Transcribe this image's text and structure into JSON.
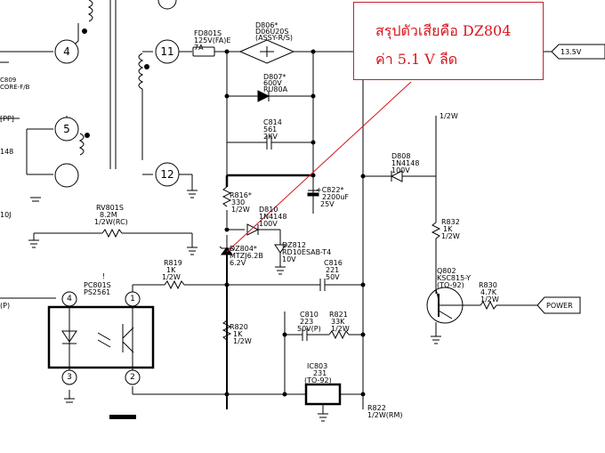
{
  "annotation": {
    "line1": "สรุปตัวเสียคือ  DZ804",
    "line2": "ค่า  5.1  V   ลีด",
    "color": "#d8141c"
  },
  "nodes": {
    "n4": "4",
    "n5": "5",
    "n11": "11",
    "n12": "12",
    "n3": "3",
    "n2": "2",
    "n1": "1",
    "n4b": "4"
  },
  "labels": {
    "fd": "FD801S",
    "fd2": "125V(FA)E",
    "fd3": "7A",
    "d806": "D806*",
    "d806b": "D06U20S",
    "d806c": "(ASSY-R/S)",
    "d807": "D807*",
    "d807b": "600V",
    "d807c": "RU80A",
    "c814": "C814",
    "c814b": "561",
    "c814c": "2KV",
    "c822": "+C822*",
    "c822b": "2200uF",
    "c822c": "25V",
    "r816": "R816*",
    "r816b": "330",
    "r816c": "1/2W",
    "d810": "D810",
    "d810b": "1N4148",
    "d810c": "100V",
    "dz804": "DZ804*",
    "dz804b": "MTZJ6.2B",
    "dz804c": "6.2V",
    "dz812": "DZ812",
    "dz812b": "RD10ESAB-T4",
    "dz812c": "10V",
    "rv801": "RV801S",
    "rv801b": "8.2M",
    "rv801c": "1/2W(RC)",
    "r819": "R819",
    "r819b": "1K",
    "r819c": "1/2W",
    "c816": "C816",
    "c816b": "221",
    "c816c": "50V",
    "pc": "PC801S",
    "pc2": "PS2561",
    "pc3": "!",
    "r820": "R820",
    "r820b": "1K",
    "r820c": "1/2W",
    "c810": "C810",
    "c810b": "223",
    "c810c": "50V(P)",
    "r821": "R821",
    "r821b": "33K",
    "r821c": "1/2W",
    "ic": "IC803",
    "ic2": "231",
    "ic3": "(TO-92)",
    "r822": "R822",
    "r822b": "1/2W(RM)",
    "d808": "D808",
    "d808b": "1N4148",
    "d808c": "100V",
    "r832": "R832",
    "r832b": "1K",
    "r832c": "1/2W",
    "q802": "Q802",
    "q802b": "KSC815-Y",
    "q802c": "(TO-92)",
    "r830": "R830",
    "r830b": "4.7K",
    "r830c": "1/2W",
    "r_top": "1/2W",
    "power": "POWER",
    "v135": "13.5V",
    "left1": "C809",
    "left2": "CORE-F/B",
    "pp": "[PP]",
    "left4148": "148",
    "left10j": "10J",
    "leftp": "(P)",
    "left4": "4",
    "left3": "3"
  }
}
